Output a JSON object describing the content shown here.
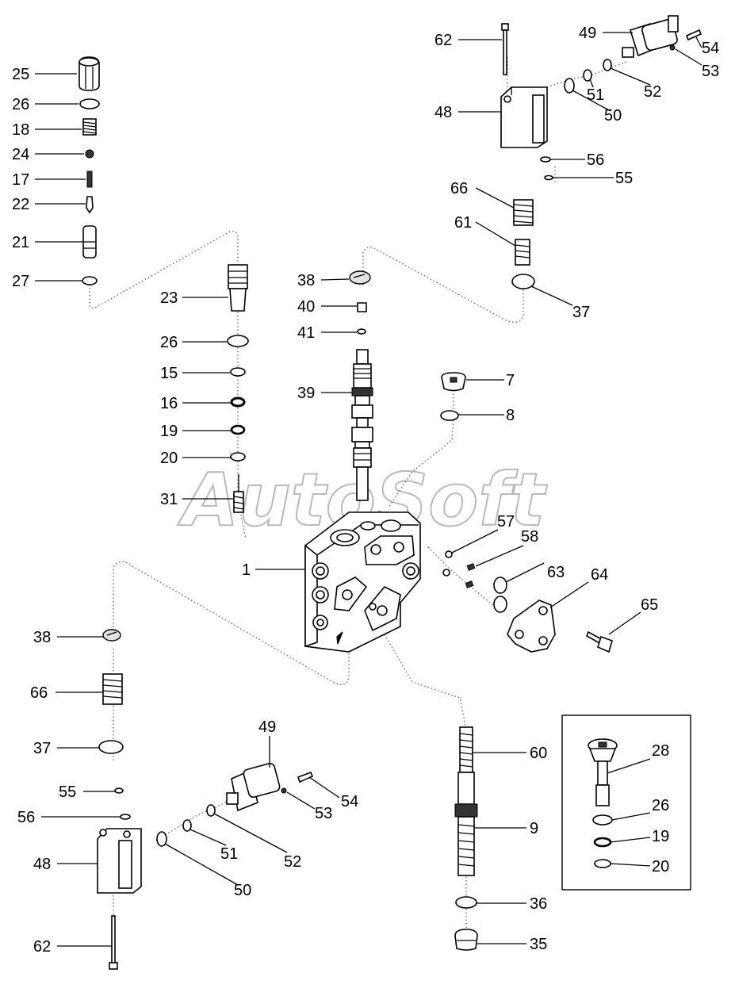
{
  "watermark": "AutoSoft",
  "callouts": [
    {
      "id": "25"
    },
    {
      "id": "26"
    },
    {
      "id": "18"
    },
    {
      "id": "24"
    },
    {
      "id": "17"
    },
    {
      "id": "22"
    },
    {
      "id": "21"
    },
    {
      "id": "27"
    },
    {
      "id": "23"
    },
    {
      "id": "26"
    },
    {
      "id": "15"
    },
    {
      "id": "16"
    },
    {
      "id": "19"
    },
    {
      "id": "20"
    },
    {
      "id": "31"
    },
    {
      "id": "38"
    },
    {
      "id": "40"
    },
    {
      "id": "41"
    },
    {
      "id": "39"
    },
    {
      "id": "7"
    },
    {
      "id": "8"
    },
    {
      "id": "1"
    },
    {
      "id": "62"
    },
    {
      "id": "49"
    },
    {
      "id": "54"
    },
    {
      "id": "53"
    },
    {
      "id": "48"
    },
    {
      "id": "51"
    },
    {
      "id": "52"
    },
    {
      "id": "50"
    },
    {
      "id": "56"
    },
    {
      "id": "55"
    },
    {
      "id": "66"
    },
    {
      "id": "61"
    },
    {
      "id": "37"
    },
    {
      "id": "57"
    },
    {
      "id": "58"
    },
    {
      "id": "63"
    },
    {
      "id": "64"
    },
    {
      "id": "65"
    },
    {
      "id": "38"
    },
    {
      "id": "66"
    },
    {
      "id": "37"
    },
    {
      "id": "55"
    },
    {
      "id": "56"
    },
    {
      "id": "48"
    },
    {
      "id": "62"
    },
    {
      "id": "49"
    },
    {
      "id": "54"
    },
    {
      "id": "53"
    },
    {
      "id": "51"
    },
    {
      "id": "52"
    },
    {
      "id": "50"
    },
    {
      "id": "60"
    },
    {
      "id": "9"
    },
    {
      "id": "36"
    },
    {
      "id": "35"
    },
    {
      "id": "28"
    },
    {
      "id": "26"
    },
    {
      "id": "19"
    },
    {
      "id": "20"
    }
  ]
}
